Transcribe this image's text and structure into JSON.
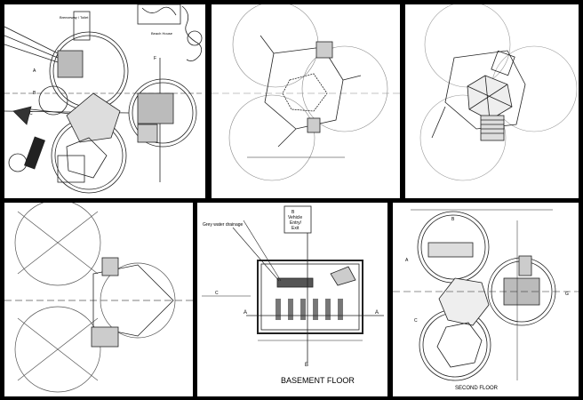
{
  "panels": {
    "p1": {
      "room_label": "Breezeway / Toilet",
      "dim_note": "Beach House",
      "grid_a": "A",
      "grid_b": "B",
      "grid_c": "C",
      "grid_f": "F"
    },
    "p5": {
      "entry_line1": "B",
      "entry_line2": "Vehicle",
      "entry_line3": "Entry/",
      "entry_line4": "Exit",
      "note": "Grey water drainage",
      "marker_a_left": "A",
      "marker_a_right": "A",
      "marker_b_bottom": "B",
      "marker_c": "C",
      "caption": "BASEMENT FLOOR"
    },
    "p6": {
      "grid_b": "B",
      "grid_a": "A",
      "grid_c": "C",
      "grid_g": "G",
      "caption": "SECOND FLOOR"
    }
  }
}
